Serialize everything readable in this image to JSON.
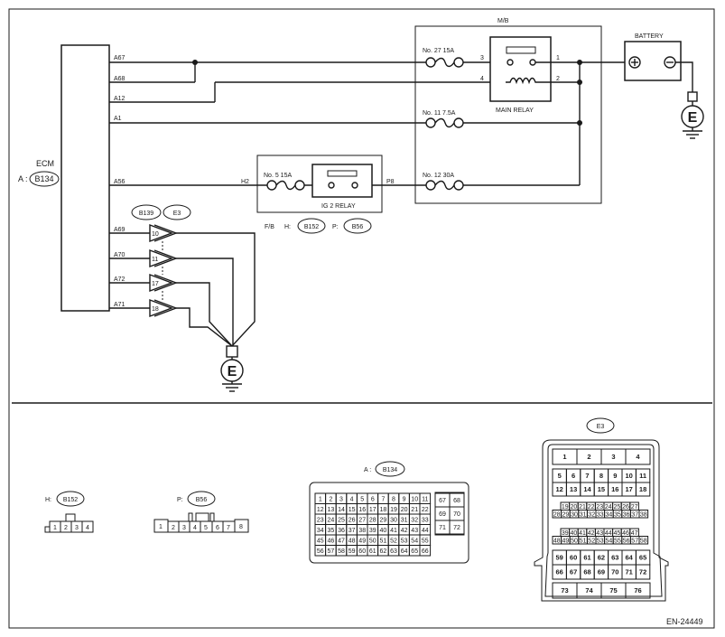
{
  "labels": {
    "ecm": "ECM",
    "ecm_prefix": "A :",
    "ecm_conn": "B134",
    "mb": "M/B",
    "battery": "BATTERY",
    "main_relay": "MAIN RELAY",
    "ig2_relay": "IG 2 RELAY",
    "fuse27": "No. 27  15A",
    "fuse11": "No. 11  7.5A",
    "fuse12": "No. 12  30A",
    "fuse5": "No. 5  15A",
    "fb": "F/B",
    "h_prefix": "H:",
    "p_prefix": "P:",
    "a_prefix": "A :",
    "conn_b152": "B152",
    "conn_b56": "B56",
    "conn_b139": "B139",
    "conn_e3": "E3",
    "conn_b134": "B134",
    "ground": "E",
    "figure_id": "EN-24449"
  },
  "ecm_pins": [
    "A67",
    "A68",
    "A12",
    "A1",
    "A56",
    "A69",
    "A70",
    "A72",
    "A71"
  ],
  "relay_terms": {
    "r3": "3",
    "r4": "4",
    "r1": "1",
    "r2": "2"
  },
  "ig2_terms": {
    "h2": "H2",
    "p8": "P8"
  },
  "joint_pins": [
    "10",
    "11",
    "17",
    "18"
  ],
  "b152_pins": [
    "1",
    "2",
    "3",
    "4"
  ],
  "b56_pins": [
    "1",
    "2",
    "3",
    "4",
    "5",
    "6",
    "7",
    "8"
  ],
  "b134_main": [
    [
      "1",
      "2",
      "3",
      "4",
      "5",
      "6",
      "7",
      "8",
      "9",
      "10",
      "11"
    ],
    [
      "12",
      "13",
      "14",
      "15",
      "16",
      "17",
      "18",
      "19",
      "20",
      "21",
      "22"
    ],
    [
      "23",
      "24",
      "25",
      "26",
      "27",
      "28",
      "29",
      "30",
      "31",
      "32",
      "33"
    ],
    [
      "34",
      "35",
      "36",
      "37",
      "38",
      "39",
      "40",
      "41",
      "42",
      "43",
      "44"
    ],
    [
      "45",
      "46",
      "47",
      "48",
      "49",
      "50",
      "51",
      "52",
      "53",
      "54",
      "55"
    ],
    [
      "56",
      "57",
      "58",
      "59",
      "60",
      "61",
      "62",
      "63",
      "64",
      "65",
      "66"
    ]
  ],
  "b134_side": [
    [
      "67",
      "68"
    ],
    [
      "69",
      "70"
    ],
    [
      "71",
      "72"
    ]
  ],
  "e3_rows": {
    "r1": [
      "1",
      "2",
      "3",
      "4"
    ],
    "r2": [
      "5",
      "6",
      "7",
      "8",
      "9",
      "10",
      "11"
    ],
    "r3": [
      "12",
      "13",
      "14",
      "15",
      "16",
      "17",
      "18"
    ],
    "r4": [
      "19",
      "20",
      "21",
      "22",
      "23",
      "24",
      "25",
      "26",
      "27"
    ],
    "r5": [
      "28",
      "29",
      "30",
      "31",
      "32",
      "33",
      "34",
      "35",
      "36",
      "37",
      "38"
    ],
    "r6": [
      "39",
      "40",
      "41",
      "42",
      "43",
      "44",
      "45",
      "46",
      "47"
    ],
    "r7": [
      "48",
      "49",
      "50",
      "51",
      "52",
      "53",
      "54",
      "55",
      "56",
      "57",
      "58"
    ],
    "r8": [
      "59",
      "60",
      "61",
      "62",
      "63",
      "64",
      "65"
    ],
    "r9": [
      "66",
      "67",
      "68",
      "69",
      "70",
      "71",
      "72"
    ],
    "r10": [
      "73",
      "74",
      "75",
      "76"
    ]
  }
}
